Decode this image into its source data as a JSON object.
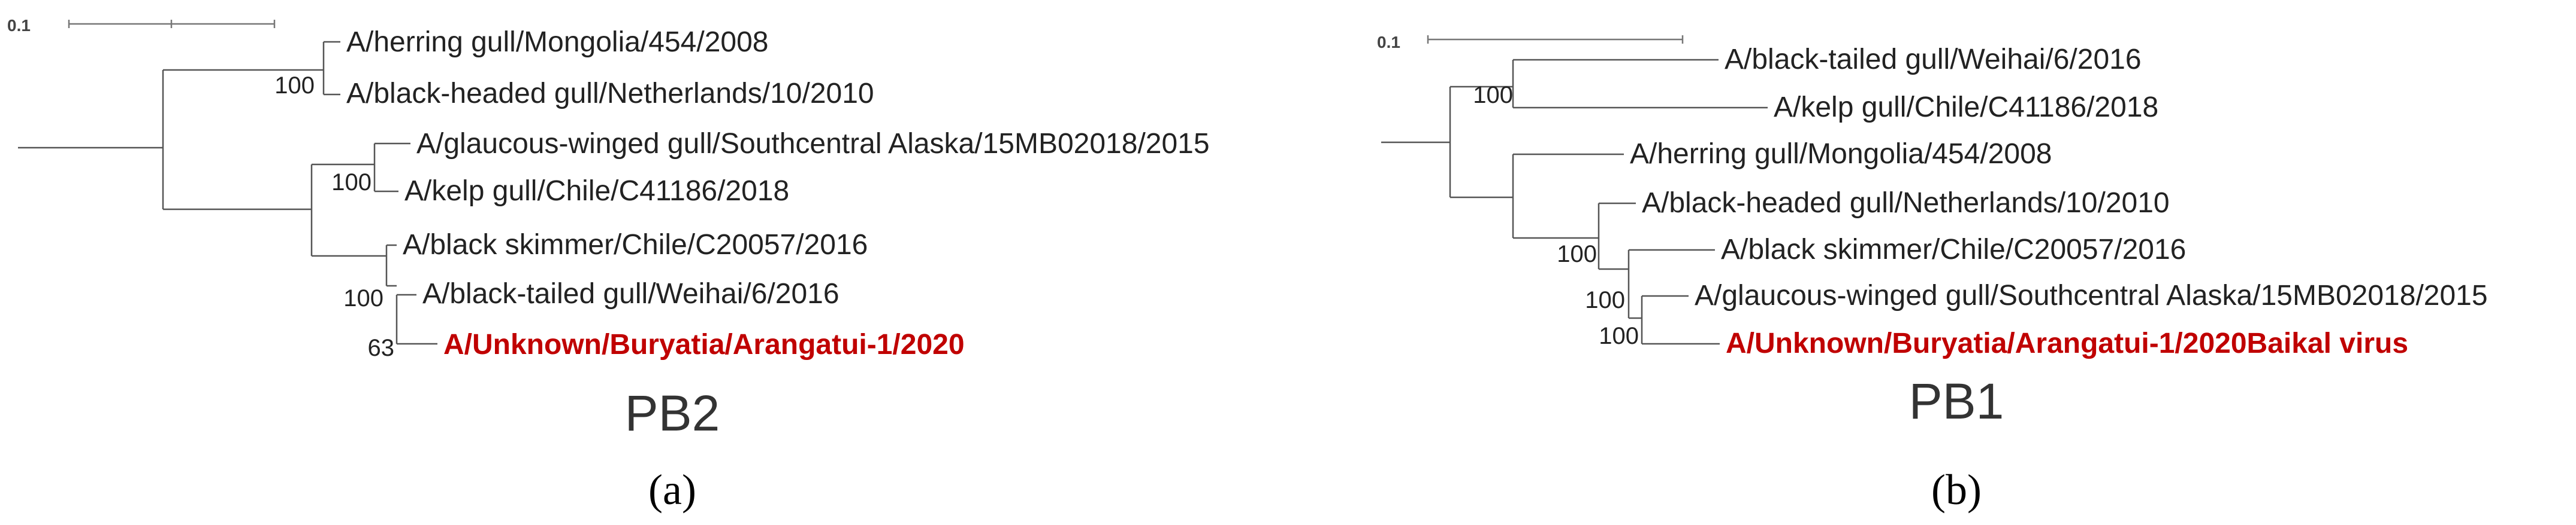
{
  "panels": [
    {
      "id": "a",
      "scale_label": "0.1",
      "gene_label": "PB2",
      "panel_label": "(a)",
      "taxa": [
        "A/herring gull/Mongolia/454/2008",
        "A/black-headed gull/Netherlands/10/2010",
        "A/glaucous-winged gull/Southcentral Alaska/15MB02018/2015",
        "A/kelp gull/Chile/C41186/2018",
        "A/black skimmer/Chile/C20057/2016",
        "A/black-tailed gull/Weihai/6/2016",
        "A/Unknown/Buryatia/Arangatui-1/2020"
      ],
      "highlighted_taxon": "A/Unknown/Buryatia/Arangatui-1/2020",
      "bootstrap": [
        "100",
        "100",
        "100",
        "63"
      ]
    },
    {
      "id": "b",
      "scale_label": "0.1",
      "gene_label": "PB1",
      "panel_label": "(b)",
      "taxa": [
        "A/black-tailed gull/Weihai/6/2016",
        "A/kelp gull/Chile/C41186/2018",
        "A/herring gull/Mongolia/454/2008",
        "A/black-headed gull/Netherlands/10/2010",
        "A/black skimmer/Chile/C20057/2016",
        "A/glaucous-winged gull/Southcentral Alaska/15MB02018/2015",
        "A/Unknown/Buryatia/Arangatui-1/2020Baikal virus"
      ],
      "highlighted_taxon": "A/Unknown/Buryatia/Arangatui-1/2020Baikal virus",
      "bootstrap": [
        "100",
        "100",
        "100",
        "100"
      ]
    }
  ],
  "colors": {
    "highlight": "#c00000",
    "branch": "#555555",
    "text": "#222222"
  }
}
